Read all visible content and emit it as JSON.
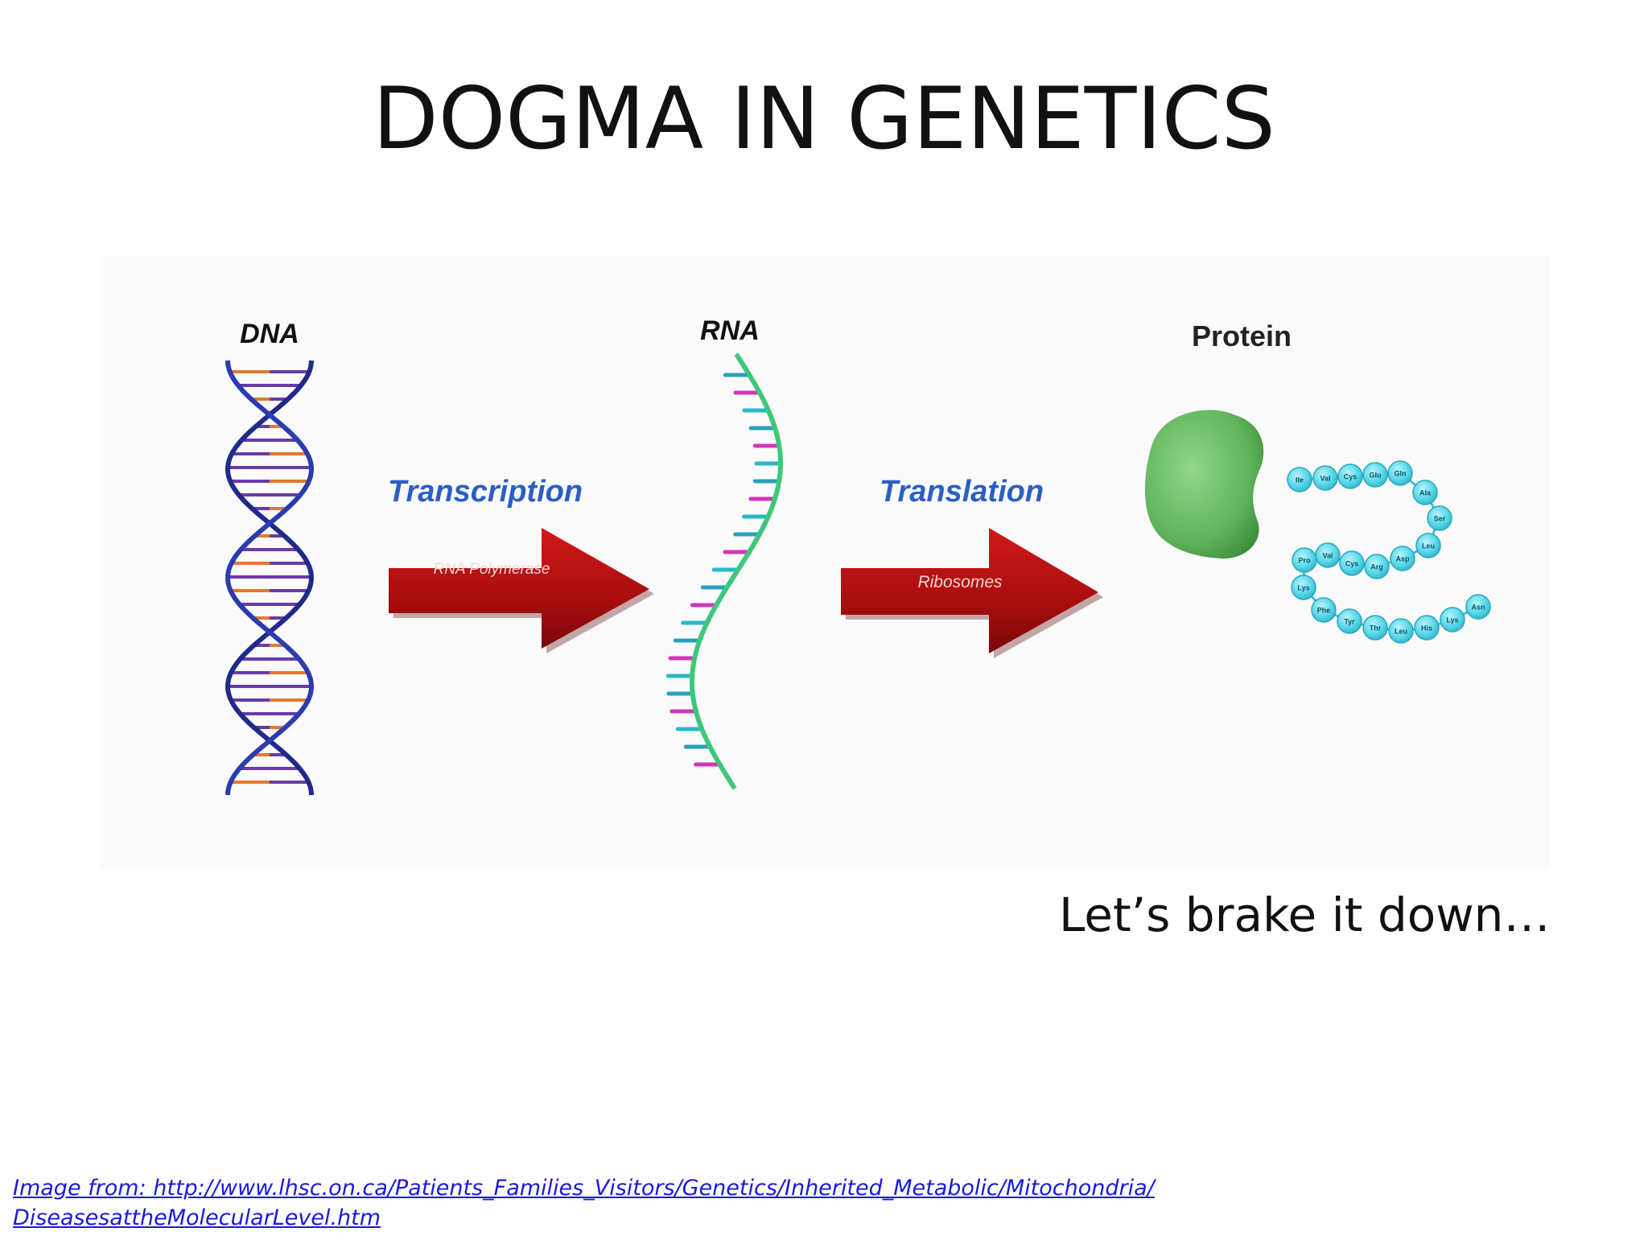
{
  "slide": {
    "title": "DOGMA IN GENETICS",
    "subtitle": "Let’s brake it down…",
    "credit_line1": "Image from: http://www.lhsc.on.ca/Patients_Families_Visitors/Genetics/Inherited_Metabolic/Mitochondria/",
    "credit_line2": "DiseasesattheMolecularLevel.htm"
  },
  "diagram": {
    "dna_label": "DNA",
    "rna_label": "RNA",
    "protein_label": "Protein",
    "step1_label": "Transcription",
    "step1_enzyme": "RNA Polymerase",
    "step2_label": "Translation",
    "step2_enzyme": "Ribosomes",
    "amino_acids": [
      "Ile",
      "Val",
      "Cys",
      "Glu",
      "Gln",
      "Ala",
      "Ser",
      "Leu",
      "Asp",
      "Arg",
      "Cys",
      "Val",
      "Pro",
      "Lys",
      "Phe",
      "Tyr",
      "Thr",
      "Leu",
      "His",
      "Lys",
      "Asn"
    ],
    "colors": {
      "dna_backbone": "#1f2a8a",
      "dna_rung_a": "#e07a2e",
      "dna_rung_b": "#6a3aa8",
      "rna_backbone": "#3cc87a",
      "rna_rung_a": "#2ab8c8",
      "rna_rung_b": "#d236b8",
      "arrow": "#b30f10",
      "step_label": "#2a5ec8",
      "ribosome": "#6fc26a",
      "amino_acid": "#5ad8ea"
    }
  }
}
